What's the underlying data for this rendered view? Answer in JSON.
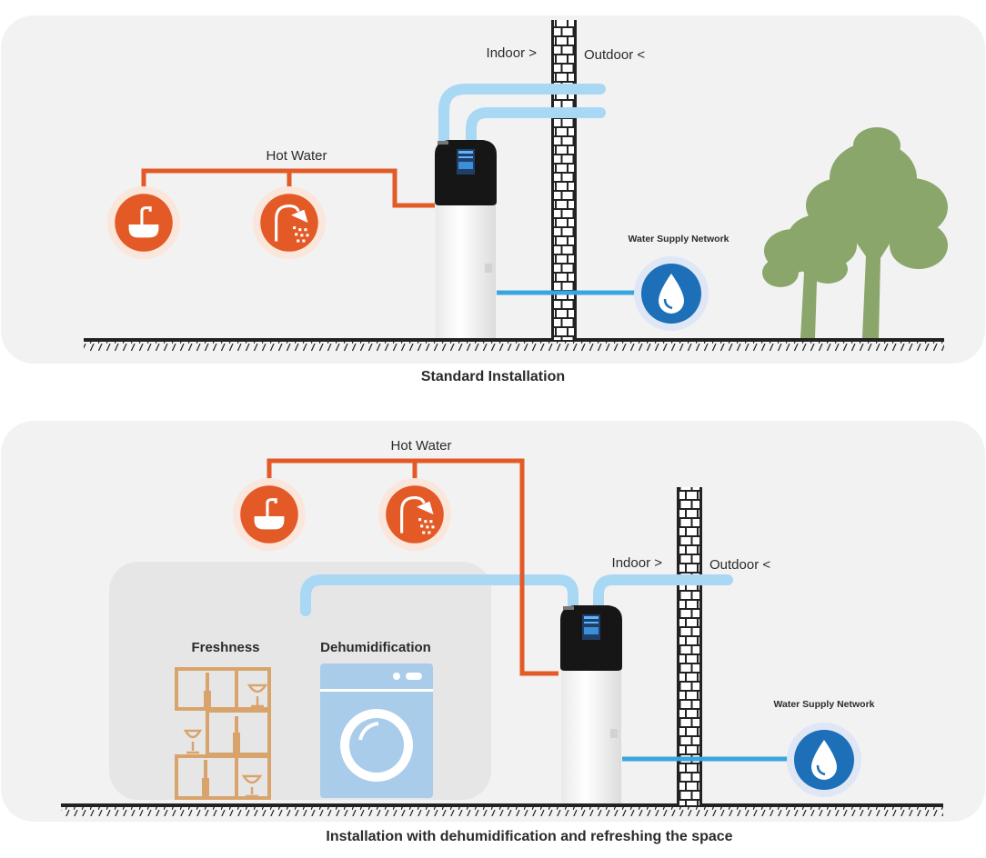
{
  "colors": {
    "hot_pipe": "#e35a26",
    "cold_pipe": "#3aa5de",
    "air_duct": "#a8d8f3",
    "panel": "#f2f2f2",
    "inner_panel": "#e6e6e6",
    "tree": "#8aa66a",
    "water_drop": "#1d6fb8",
    "shelf": "#d9a46c",
    "washer": "#a9ccea"
  },
  "icons": [
    "sink-icon",
    "shower-icon",
    "water-drop-icon",
    "tree-icon",
    "wine-shelf-icon",
    "washing-machine-icon",
    "heat-pump-tank",
    "brick-wall"
  ],
  "diagrams": [
    {
      "caption": "Standard Installation",
      "hot_water_label": "Hot Water",
      "indoor_label": "Indoor >",
      "outdoor_label": "Outdoor <",
      "water_supply_label": "Water Supply Network"
    },
    {
      "caption": "Installation with dehumidification and refreshing the space",
      "hot_water_label": "Hot Water",
      "indoor_label": "Indoor >",
      "outdoor_label": "Outdoor <",
      "water_supply_label": "Water Supply Network",
      "freshness_label": "Freshness",
      "dehumidification_label": "Dehumidification"
    }
  ]
}
